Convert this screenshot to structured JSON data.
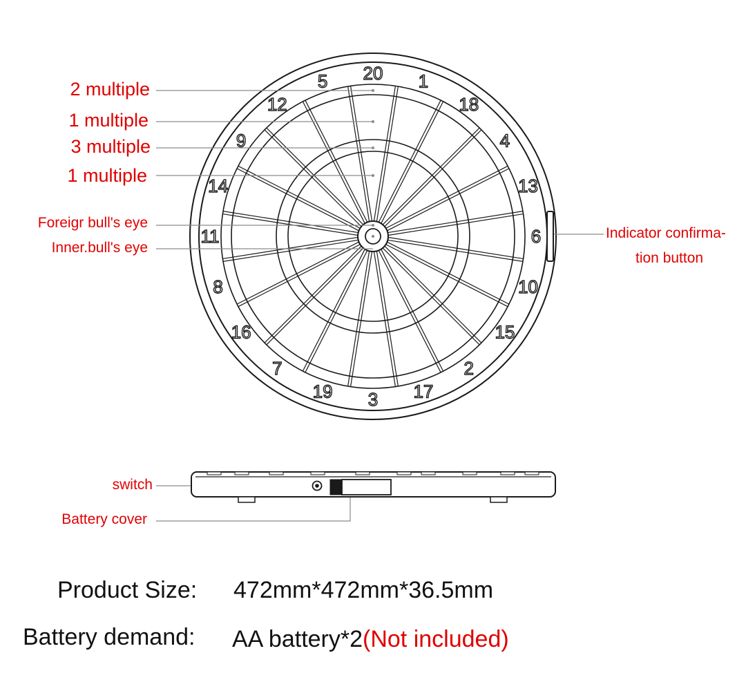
{
  "colors": {
    "label": "#e00000",
    "line": "#1a1a1a",
    "leader": "#8a8a8a",
    "text": "#111111"
  },
  "board": {
    "numbers": [
      "20",
      "1",
      "18",
      "4",
      "13",
      "6",
      "10",
      "15",
      "2",
      "17",
      "3",
      "19",
      "7",
      "16",
      "8",
      "11",
      "14",
      "9",
      "12",
      "5"
    ]
  },
  "labels": {
    "double": "2 multiple",
    "single_outer": "1 multiple",
    "triple": "3 multiple",
    "single_inner": "1 multiple",
    "outer_bull": "Foreigr bull's eye",
    "inner_bull": "Inner.bull's eye",
    "indicator_line1": "Indicator confirma-",
    "indicator_line2": "tion button",
    "switch": "switch",
    "battery_cover": "Battery cover"
  },
  "specs": {
    "size_label": "Product Size:",
    "size_value": "472mm*472mm*36.5mm",
    "battery_label": "Battery demand:",
    "battery_value": "AA battery*2",
    "battery_note": "(Not included)"
  }
}
